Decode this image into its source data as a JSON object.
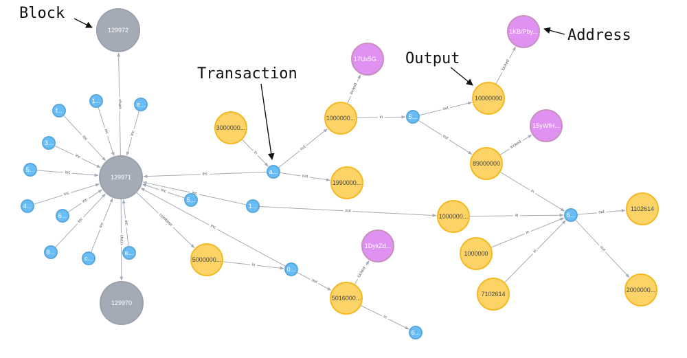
{
  "colors": {
    "block": "#a5abb6",
    "block_stroke": "#9aa1ac",
    "tx": "#68bdf6",
    "tx_stroke": "#5ca8db",
    "output": "#fcd367",
    "output_stroke": "#f3ba25",
    "address": "#df92f2",
    "address_stroke": "#c990c0",
    "edge": "#a5abb6"
  },
  "callouts": {
    "block": "Block",
    "transaction": "Transaction",
    "output": "Output",
    "address": "Address"
  },
  "nodes": [
    {
      "id": "b1",
      "type": "block",
      "label": "129972"
    },
    {
      "id": "b2",
      "type": "block",
      "label": "129971"
    },
    {
      "id": "b3",
      "type": "block",
      "label": "129970"
    },
    {
      "id": "t1",
      "type": "tx",
      "label": "1..."
    },
    {
      "id": "t2",
      "type": "tx",
      "label": "e..."
    },
    {
      "id": "t3",
      "type": "tx",
      "label": "f..."
    },
    {
      "id": "t4",
      "type": "tx",
      "label": "3..."
    },
    {
      "id": "t5",
      "type": "tx",
      "label": "5..."
    },
    {
      "id": "t6",
      "type": "tx",
      "label": "4..."
    },
    {
      "id": "t7",
      "type": "tx",
      "label": "6..."
    },
    {
      "id": "t8",
      "type": "tx",
      "label": "8..."
    },
    {
      "id": "t9",
      "type": "tx",
      "label": "c..."
    },
    {
      "id": "t10",
      "type": "tx",
      "label": "e..."
    },
    {
      "id": "t11",
      "type": "tx",
      "label": "5..."
    },
    {
      "id": "t12",
      "type": "tx",
      "label": "1..."
    },
    {
      "id": "t13",
      "type": "tx",
      "label": "a..."
    },
    {
      "id": "t14",
      "type": "tx",
      "label": "5..."
    },
    {
      "id": "t15",
      "type": "tx",
      "label": "0..."
    },
    {
      "id": "t16",
      "type": "tx",
      "label": "6..."
    },
    {
      "id": "t17",
      "type": "tx",
      "label": "6..."
    },
    {
      "id": "o1",
      "type": "output",
      "label": "3000000..."
    },
    {
      "id": "o2",
      "type": "output",
      "label": "1000000..."
    },
    {
      "id": "o3",
      "type": "output",
      "label": "1990000..."
    },
    {
      "id": "o4",
      "type": "output",
      "label": "10000000"
    },
    {
      "id": "o5",
      "type": "output",
      "label": "89000000"
    },
    {
      "id": "o6",
      "type": "output",
      "label": "1000000..."
    },
    {
      "id": "o7",
      "type": "output",
      "label": "1000000"
    },
    {
      "id": "o8",
      "type": "output",
      "label": "7102614"
    },
    {
      "id": "o9",
      "type": "output",
      "label": "1102614"
    },
    {
      "id": "o10",
      "type": "output",
      "label": "2000000..."
    },
    {
      "id": "o11",
      "type": "output",
      "label": "5000000..."
    },
    {
      "id": "o12",
      "type": "output",
      "label": "5016000..."
    },
    {
      "id": "a1",
      "type": "address",
      "label": "17Ux5G..."
    },
    {
      "id": "a2",
      "type": "address",
      "label": "1KB/Pby..."
    },
    {
      "id": "a3",
      "type": "address",
      "label": "15yWfH..."
    },
    {
      "id": "a4",
      "type": "address",
      "label": "1DykZd..."
    }
  ],
  "edges": [
    {
      "from": "b2",
      "to": "b1",
      "label": "chain"
    },
    {
      "from": "b2",
      "to": "b3",
      "label": "chain"
    },
    {
      "from": "t1",
      "to": "b2",
      "label": "inc"
    },
    {
      "from": "t2",
      "to": "b2",
      "label": "inc"
    },
    {
      "from": "t3",
      "to": "b2",
      "label": "inc"
    },
    {
      "from": "t4",
      "to": "b2",
      "label": "inc"
    },
    {
      "from": "t5",
      "to": "b2",
      "label": "inc"
    },
    {
      "from": "t6",
      "to": "b2",
      "label": "inc"
    },
    {
      "from": "t7",
      "to": "b2",
      "label": "inc"
    },
    {
      "from": "t8",
      "to": "b2",
      "label": "inc"
    },
    {
      "from": "t9",
      "to": "b2",
      "label": "inc"
    },
    {
      "from": "t10",
      "to": "b2",
      "label": "inc"
    },
    {
      "from": "t11",
      "to": "b2",
      "label": "inc"
    },
    {
      "from": "t12",
      "to": "b2",
      "label": "inc"
    },
    {
      "from": "t13",
      "to": "b2",
      "label": "inc"
    },
    {
      "from": "t15",
      "to": "b2",
      "label": "inc"
    },
    {
      "from": "b2",
      "to": "o11",
      "label": "coinbase"
    },
    {
      "from": "o1",
      "to": "t13",
      "label": "in"
    },
    {
      "from": "t13",
      "to": "o2",
      "label": "out"
    },
    {
      "from": "t13",
      "to": "o3",
      "label": "out"
    },
    {
      "from": "o2",
      "to": "a1",
      "label": "locked"
    },
    {
      "from": "o2",
      "to": "t14",
      "label": "in"
    },
    {
      "from": "t14",
      "to": "o4",
      "label": "out"
    },
    {
      "from": "t14",
      "to": "o5",
      "label": "out"
    },
    {
      "from": "o4",
      "to": "a2",
      "label": "locked"
    },
    {
      "from": "o5",
      "to": "a3",
      "label": "locked"
    },
    {
      "from": "o5",
      "to": "t17",
      "label": "in"
    },
    {
      "from": "t12",
      "to": "o6",
      "label": "out"
    },
    {
      "from": "o6",
      "to": "t17",
      "label": "in"
    },
    {
      "from": "o7",
      "to": "t17",
      "label": "in"
    },
    {
      "from": "o8",
      "to": "t17",
      "label": "in"
    },
    {
      "from": "t17",
      "to": "o9",
      "label": "out"
    },
    {
      "from": "t17",
      "to": "o10",
      "label": "out"
    },
    {
      "from": "o11",
      "to": "t15",
      "label": "in"
    },
    {
      "from": "t15",
      "to": "o12",
      "label": "out"
    },
    {
      "from": "o12",
      "to": "a4",
      "label": "locked"
    },
    {
      "from": "o12",
      "to": "t16",
      "label": "in"
    }
  ]
}
